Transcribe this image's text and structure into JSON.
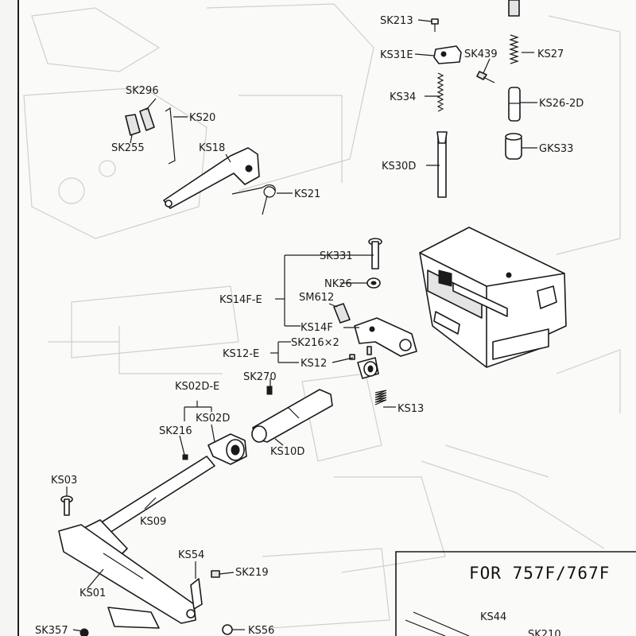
{
  "frame_title": "FOR 757F/767F",
  "labels": {
    "SK213": "SK213",
    "KS31E": "KS31E",
    "SK439": "SK439",
    "KS27": "KS27",
    "KS34": "KS34",
    "KS26_2D": "KS26-2D",
    "GKS33": "GKS33",
    "KS30D": "KS30D",
    "SK296": "SK296",
    "KS20": "KS20",
    "SK255": "SK255",
    "KS18": "KS18",
    "KS21": "KS21",
    "SK331": "SK331",
    "NK26": "NK26",
    "KS14F_E": "KS14F-E",
    "SM612": "SM612",
    "KS14F": "KS14F",
    "KS12_E": "KS12-E",
    "SK216x2": "SK216×2",
    "KS12": "KS12",
    "SK270": "SK270",
    "KS02D_E": "KS02D-E",
    "KS02D": "KS02D",
    "SK216": "SK216",
    "KS13": "KS13",
    "KS10D": "KS10D",
    "KS03": "KS03",
    "KS09": "KS09",
    "KS54": "KS54",
    "SK219": "SK219",
    "KS01": "KS01",
    "KS44": "KS44",
    "SK210": "SK210",
    "SK357": "SK357",
    "KS56": "KS56"
  }
}
